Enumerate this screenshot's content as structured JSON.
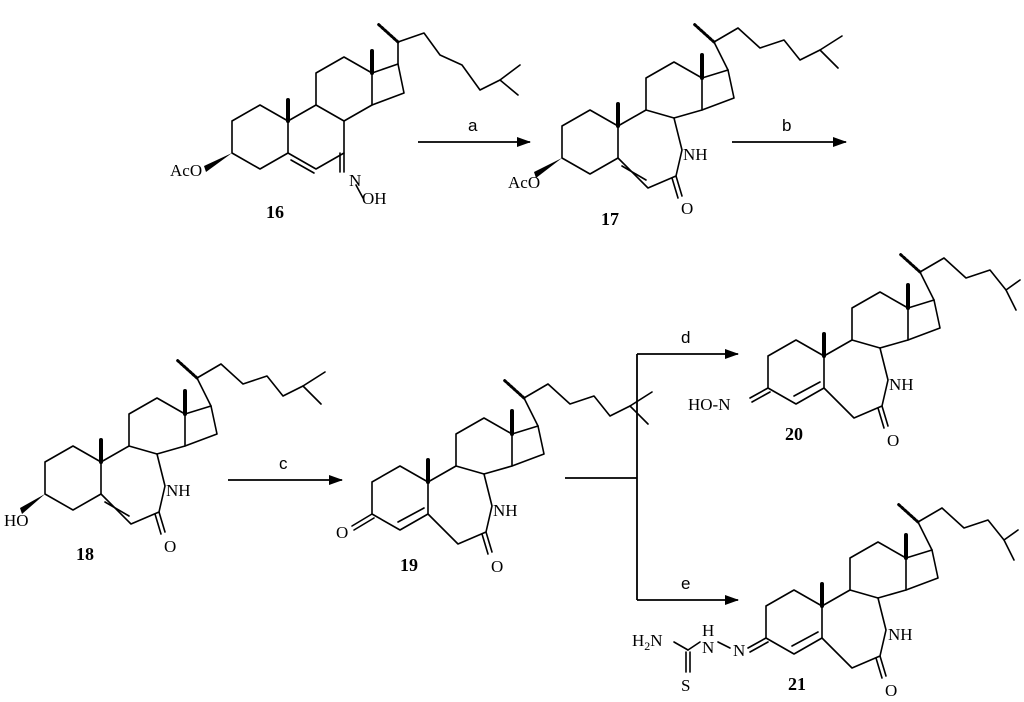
{
  "compounds": {
    "c16": {
      "number": "16",
      "substituent": "AcO",
      "oxime_n": "N",
      "oxime_oh": "OH"
    },
    "c17": {
      "number": "17",
      "substituent": "AcO",
      "nh": "NH",
      "carbonyl_o": "O"
    },
    "c18": {
      "number": "18",
      "substituent": "HO",
      "nh": "NH",
      "carbonyl_o": "O"
    },
    "c19": {
      "number": "19",
      "ketone_o": "O",
      "nh": "NH",
      "carbonyl_o": "O"
    },
    "c20": {
      "number": "20",
      "oxime": "HO-N",
      "nh": "NH",
      "carbonyl_o": "O"
    },
    "c21": {
      "number": "21",
      "h2n": "H",
      "h2n_sub": "2",
      "h2n_n": "N",
      "nh_h": "H",
      "nh_n": "N",
      "imine_n": "N",
      "thio_s": "S",
      "nh": "NH",
      "carbonyl_o": "O"
    }
  },
  "arrows": {
    "a": "a",
    "b": "b",
    "c": "c",
    "d": "d",
    "e": "e"
  }
}
